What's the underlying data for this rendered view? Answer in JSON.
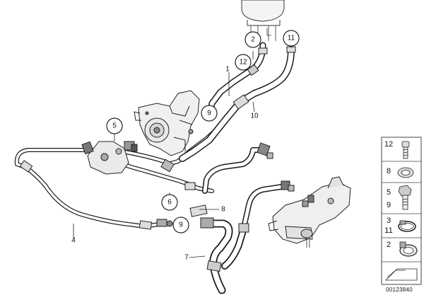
{
  "diagram": {
    "ref_code": "00123840",
    "callouts": [
      {
        "id": "c2",
        "label": "2"
      },
      {
        "id": "c11",
        "label": "11"
      },
      {
        "id": "c12",
        "label": "12"
      },
      {
        "id": "c9a",
        "label": "9"
      },
      {
        "id": "c5",
        "label": "5"
      },
      {
        "id": "c6",
        "label": "6"
      },
      {
        "id": "c9b",
        "label": "9"
      }
    ],
    "leaders": [
      {
        "id": "l1",
        "label": "1"
      },
      {
        "id": "l10",
        "label": "10"
      },
      {
        "id": "l4",
        "label": "4"
      },
      {
        "id": "l8",
        "label": "8"
      },
      {
        "id": "l7",
        "label": "7"
      }
    ],
    "parts_legend": [
      {
        "label": "12",
        "icon": "bolt-icon"
      },
      {
        "label": "8",
        "icon": "sealing-ring-icon"
      },
      {
        "label": "5",
        "icon": "banjo-bolt-icon"
      },
      {
        "label": "9",
        "icon": "banjo-bolt-icon"
      },
      {
        "label": "11",
        "icon": "hose-clamp-icon"
      },
      {
        "label": "2",
        "icon": "hose-clamp-icon"
      }
    ]
  }
}
